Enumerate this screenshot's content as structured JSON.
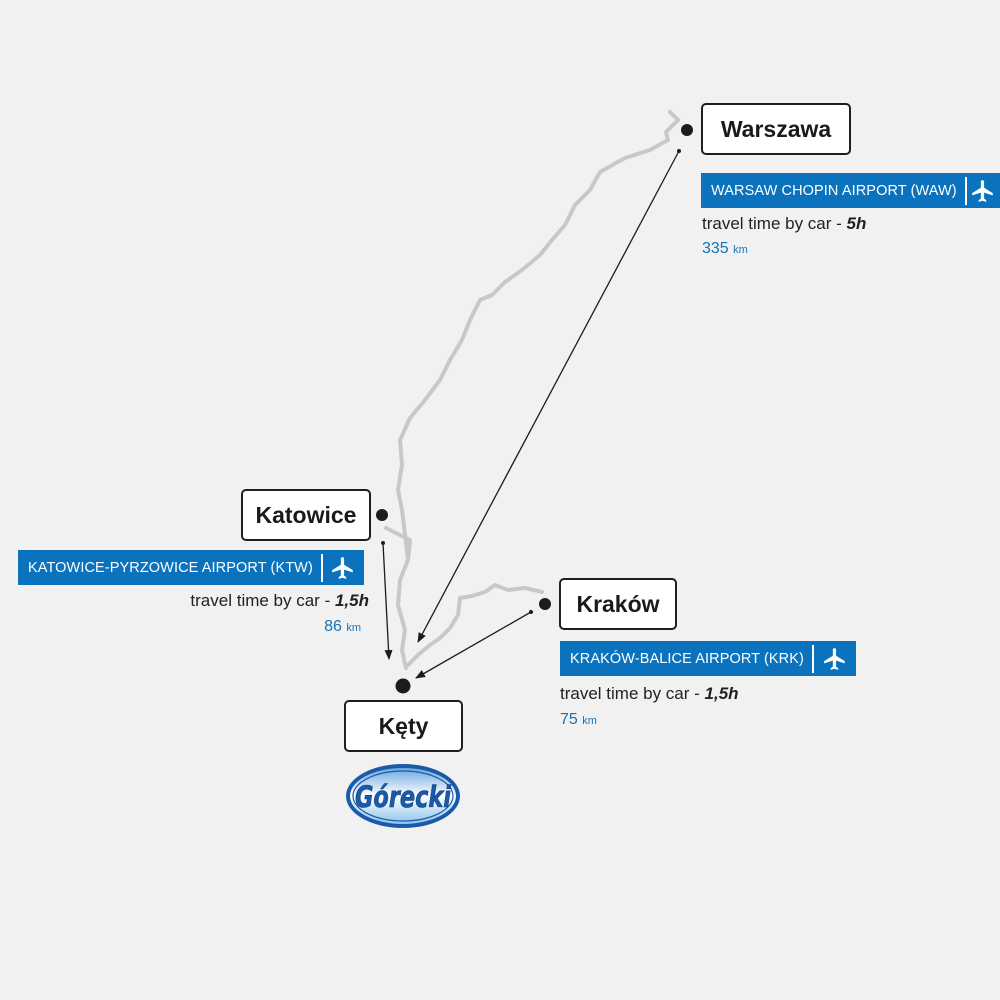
{
  "colors": {
    "background": "#f1f1f1",
    "road": "#c8c8c8",
    "arrow": "#1c1c1c",
    "dot": "#1c1c1c",
    "airport_bar": "#0b73bd",
    "distance_text": "#1574b8",
    "logo_blue": "#1a5aa8"
  },
  "map": {
    "roads": "grey-road-lines",
    "markers": "black-dot-markers"
  },
  "cities": {
    "warszawa": {
      "name": "Warszawa",
      "airport": "WARSAW CHOPIN AIRPORT (WAW)",
      "travel_label": "travel time by car - ",
      "travel_time": "5h",
      "distance": "335",
      "distance_unit": "km",
      "icon": "airplane-icon"
    },
    "katowice": {
      "name": "Katowice",
      "airport": "KATOWICE-PYRZOWICE AIRPORT (KTW)",
      "travel_label": "travel time by car - ",
      "travel_time": "1,5h",
      "distance": "86",
      "distance_unit": "km",
      "icon": "airplane-icon"
    },
    "krakow": {
      "name": "Kraków",
      "airport": "KRAKÓW-BALICE AIRPORT (KRK)",
      "travel_label": "travel time by car - ",
      "travel_time": "1,5h",
      "distance": "75",
      "distance_unit": "km",
      "icon": "airplane-icon"
    },
    "kety": {
      "name": "Kęty"
    }
  },
  "logo": {
    "text": "Górecki",
    "icon": "gorecki-logo"
  }
}
